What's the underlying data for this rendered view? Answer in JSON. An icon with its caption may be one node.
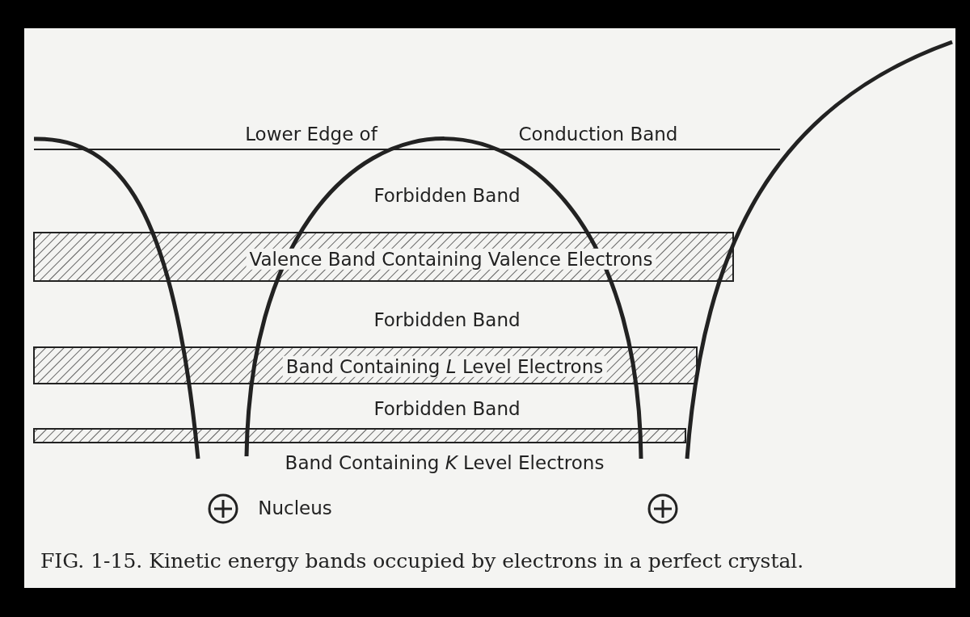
{
  "diagram": {
    "caption": "FIG. 1-15. Kinetic energy bands occupied by electrons in a perfect crystal.",
    "labels": [
      "Lower Edge of",
      "Conduction Band",
      "Forbidden Band",
      "Valence Band Containing Valence Electrons",
      "Forbidden Band",
      "Band Containing *L* Level Electrons",
      "Forbidden Band",
      "Band Containing *K* Level Electrons",
      "Nucleus"
    ]
  }
}
